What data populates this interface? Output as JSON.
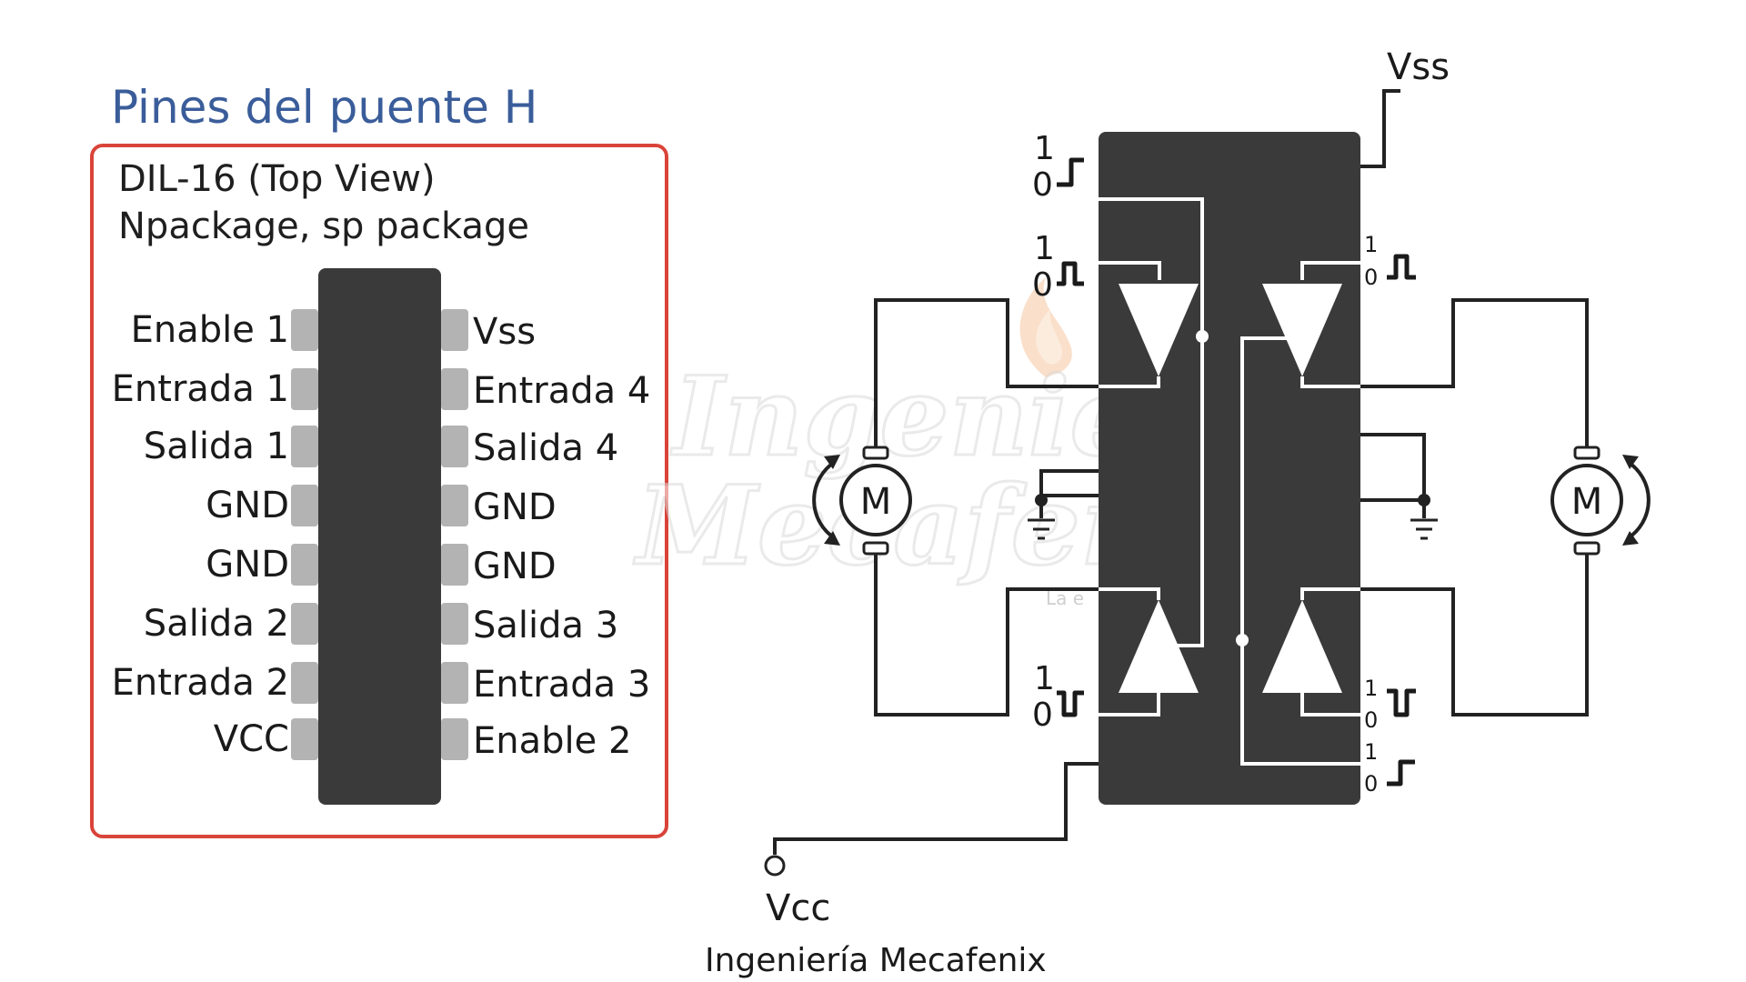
{
  "title": "Pines del puente H",
  "package": {
    "line1": "DIL-16 (Top View)",
    "line2": "Npackage, sp package",
    "left_pins": [
      "Enable 1",
      "Entrada 1",
      "Salida 1",
      "GND",
      "GND",
      "Salida 2",
      "Entrada 2",
      "VCC"
    ],
    "right_pins": [
      "Vss",
      "Entrada 4",
      "Salida 4",
      "GND",
      "GND",
      "Salida 3",
      "Entrada 3",
      "Enable 2"
    ]
  },
  "schematic": {
    "vss_label": "Vss",
    "vcc_label": "Vcc",
    "motor_left": "M",
    "motor_right": "M",
    "signal_one": "1",
    "signal_zero": "0"
  },
  "watermark": {
    "line1": "Ingeniería",
    "line2": "Mecafenix",
    "tagline": "La e                                          ría"
  },
  "credit": "Ingeniería Mecafenix",
  "colors": {
    "title": "#3a5d9a",
    "box_border": "#d9443a",
    "chip": "#3a3a3a",
    "pin": "#b3b3b3"
  }
}
